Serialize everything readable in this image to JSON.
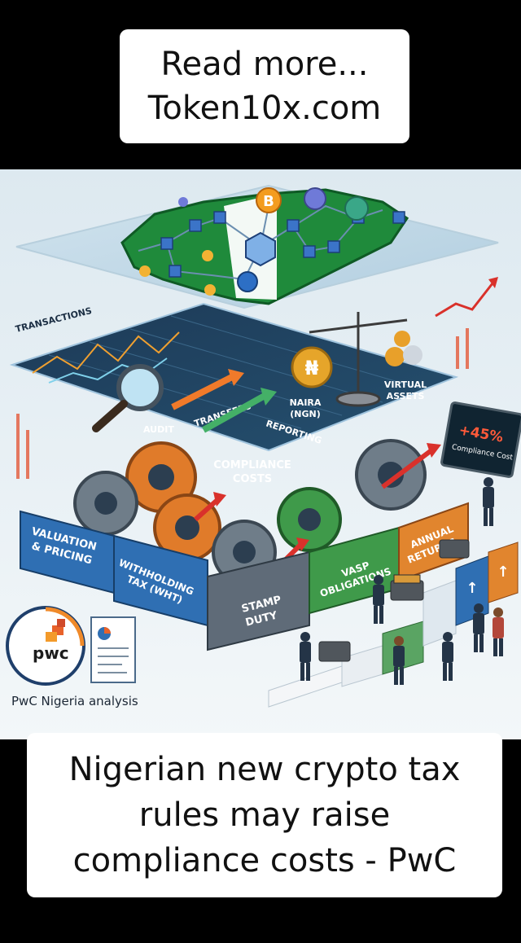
{
  "top_banner": {
    "line1": "Read more...",
    "line2": "Token10x.com"
  },
  "illustration": {
    "labels": {
      "transactions": "TRANSACTIONS",
      "audit": "AUDIT",
      "transfers": "TRANSFERS",
      "naira": "NAIRA",
      "naira_code": "(NGN)",
      "reporting": "REPORTING",
      "virtual": "VIRTUAL",
      "assets": "ASSETS",
      "compliance": "COMPLIANCE",
      "costs": "COSTS",
      "valuation": "VALUATION",
      "pricing": "& PRICING",
      "withholding": "WITHHOLDING",
      "wht": "TAX (WHT)",
      "stamp": "STAMP",
      "duty": "DUTY",
      "vasp": "VASP",
      "obligations": "OBLIGATIONS",
      "annual": "ANNUAL",
      "returns": "RETURNS",
      "percent": "+45%",
      "percent_caption": "Compliance Cost",
      "naira_symbol": "₦",
      "btc_symbol": "B",
      "pwc_logo": "pwc",
      "pwc_caption": "PwC Nigeria analysis"
    },
    "colors": {
      "nigeria_green": "#1f8a3b",
      "gear_orange": "#e07b2a",
      "gear_green": "#3f9a4a",
      "block_blue": "#2f6fb3",
      "block_grey": "#5f6b78",
      "block_orange": "#e1852e",
      "arrow_red": "#d9312b"
    }
  },
  "bottom_banner": {
    "line1": "Nigerian new crypto tax",
    "line2": "rules may raise",
    "line3": "compliance costs - PwC"
  }
}
